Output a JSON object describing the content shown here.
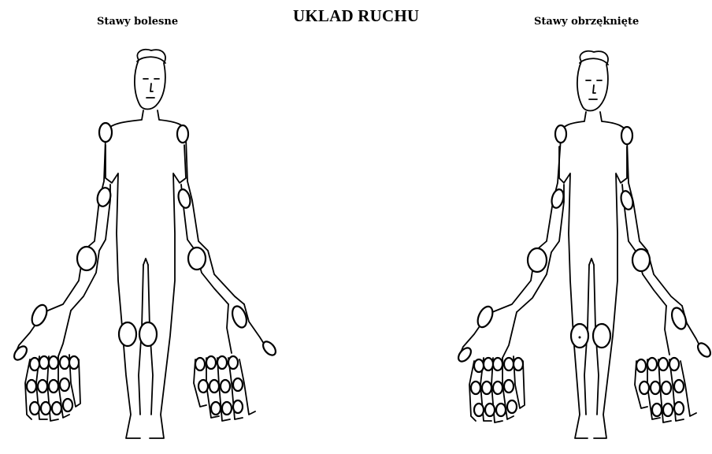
{
  "title": "UKLAD RUCHU",
  "left_figure": {
    "label": "Stawy bolesne"
  },
  "right_figure": {
    "label": "Stawy obrzęknięte"
  }
}
